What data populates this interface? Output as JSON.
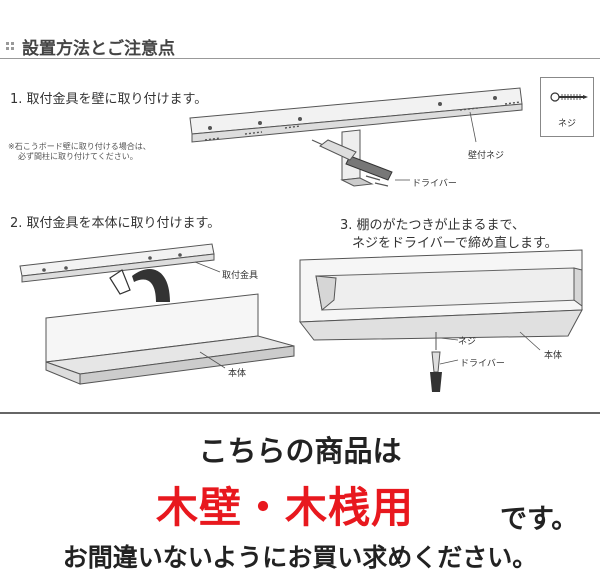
{
  "header": {
    "title": "設置方法とご注意点"
  },
  "steps": {
    "step1": "1. 取付金具を壁に取り付けます。",
    "step1_note_line1": "※石こうボード壁に取り付ける場合は、",
    "step1_note_line2": "必ず間柱に取り付けてください。",
    "step2": "2. 取付金具を本体に取り付けます。",
    "step3_line1": "3. 棚のがたつきが止まるまで、",
    "step3_line2": "ネジをドライバーで締め直します。"
  },
  "labels": {
    "screw_legend": "ネジ",
    "wall_screw": "壁付ネジ",
    "driver_1": "ドライバー",
    "bracket": "取付金具",
    "body_2": "本体",
    "screw_3": "ネジ",
    "driver_3": "ドライバー",
    "body_3": "本体"
  },
  "notice": {
    "line1": "こちらの商品は",
    "highlight": "木壁・木桟用",
    "line2_suffix": "です。",
    "line3": "お間違いないようにお買い求めください。"
  }
}
